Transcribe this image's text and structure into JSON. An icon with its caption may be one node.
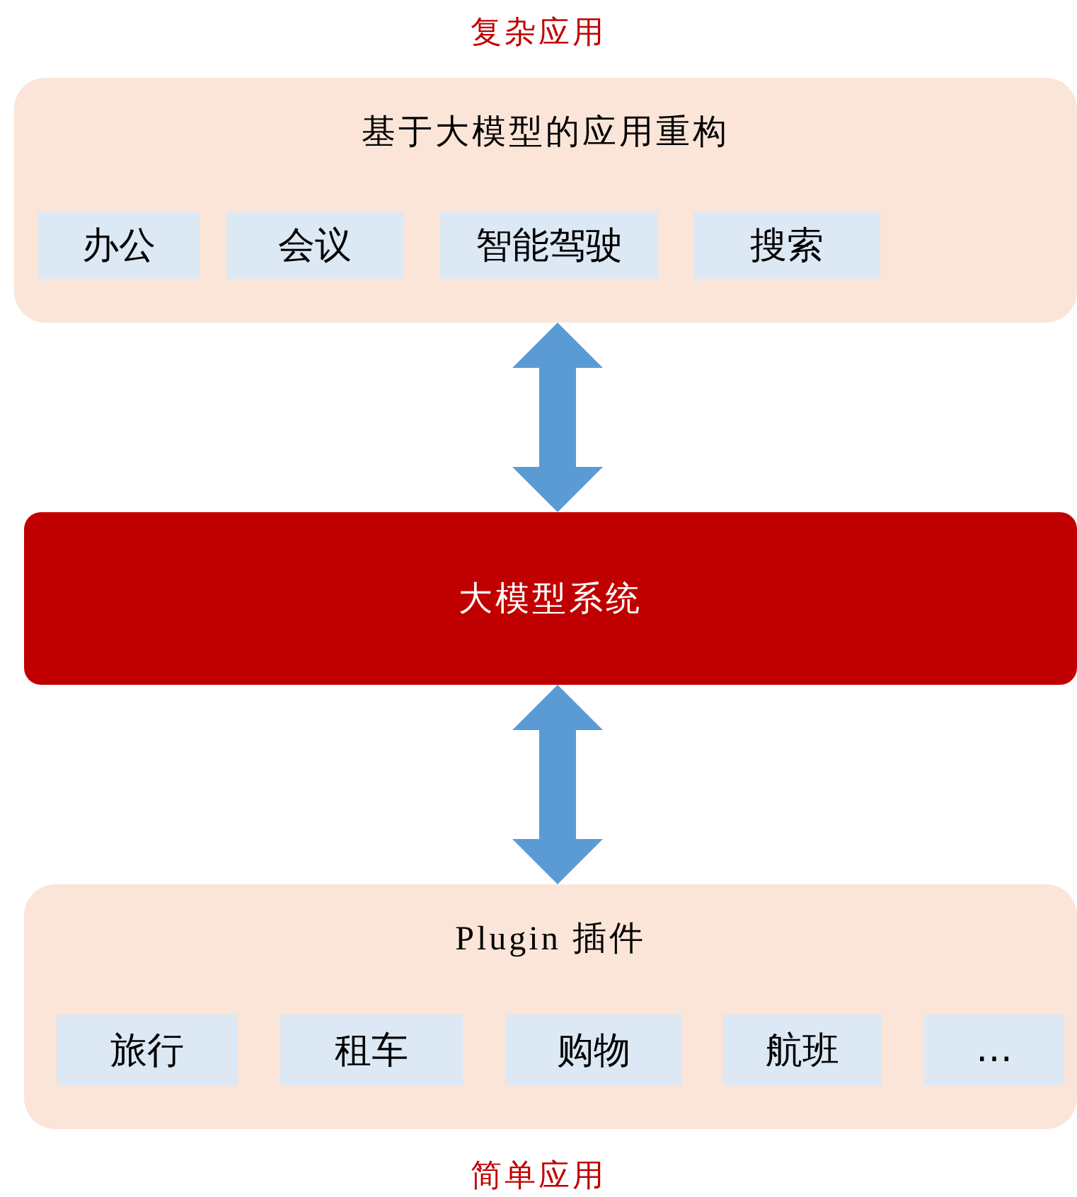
{
  "diagram": {
    "nodes": [
      {
        "text": [
          "基于大模型的应用重构"
        ]
      },
      {
        "text": [
          "办公"
        ],
        "in": 0
      },
      {
        "text": [
          "会议"
        ],
        "in": 0
      },
      {
        "text": [
          "智能驾驶"
        ],
        "in": 0
      },
      {
        "text": [
          "搜索"
        ],
        "in": 0
      },
      {
        "text": [
          "大模型系统"
        ]
      },
      {
        "text": [
          "Plugin 插件"
        ]
      },
      {
        "text": [
          "旅行"
        ],
        "in": 6
      },
      {
        "text": [
          "租车"
        ],
        "in": 6
      },
      {
        "text": [
          "购物"
        ],
        "in": 6
      },
      {
        "text": [
          "航班"
        ],
        "in": 6
      },
      {
        "text": [
          "…"
        ],
        "in": 6
      }
    ],
    "edges": [
      {
        "from": 0,
        "to": 5,
        "arrow": "both"
      },
      {
        "from": 5,
        "to": 6,
        "arrow": "both"
      }
    ],
    "labels": [
      "复杂应用",
      "简单应用"
    ]
  }
}
